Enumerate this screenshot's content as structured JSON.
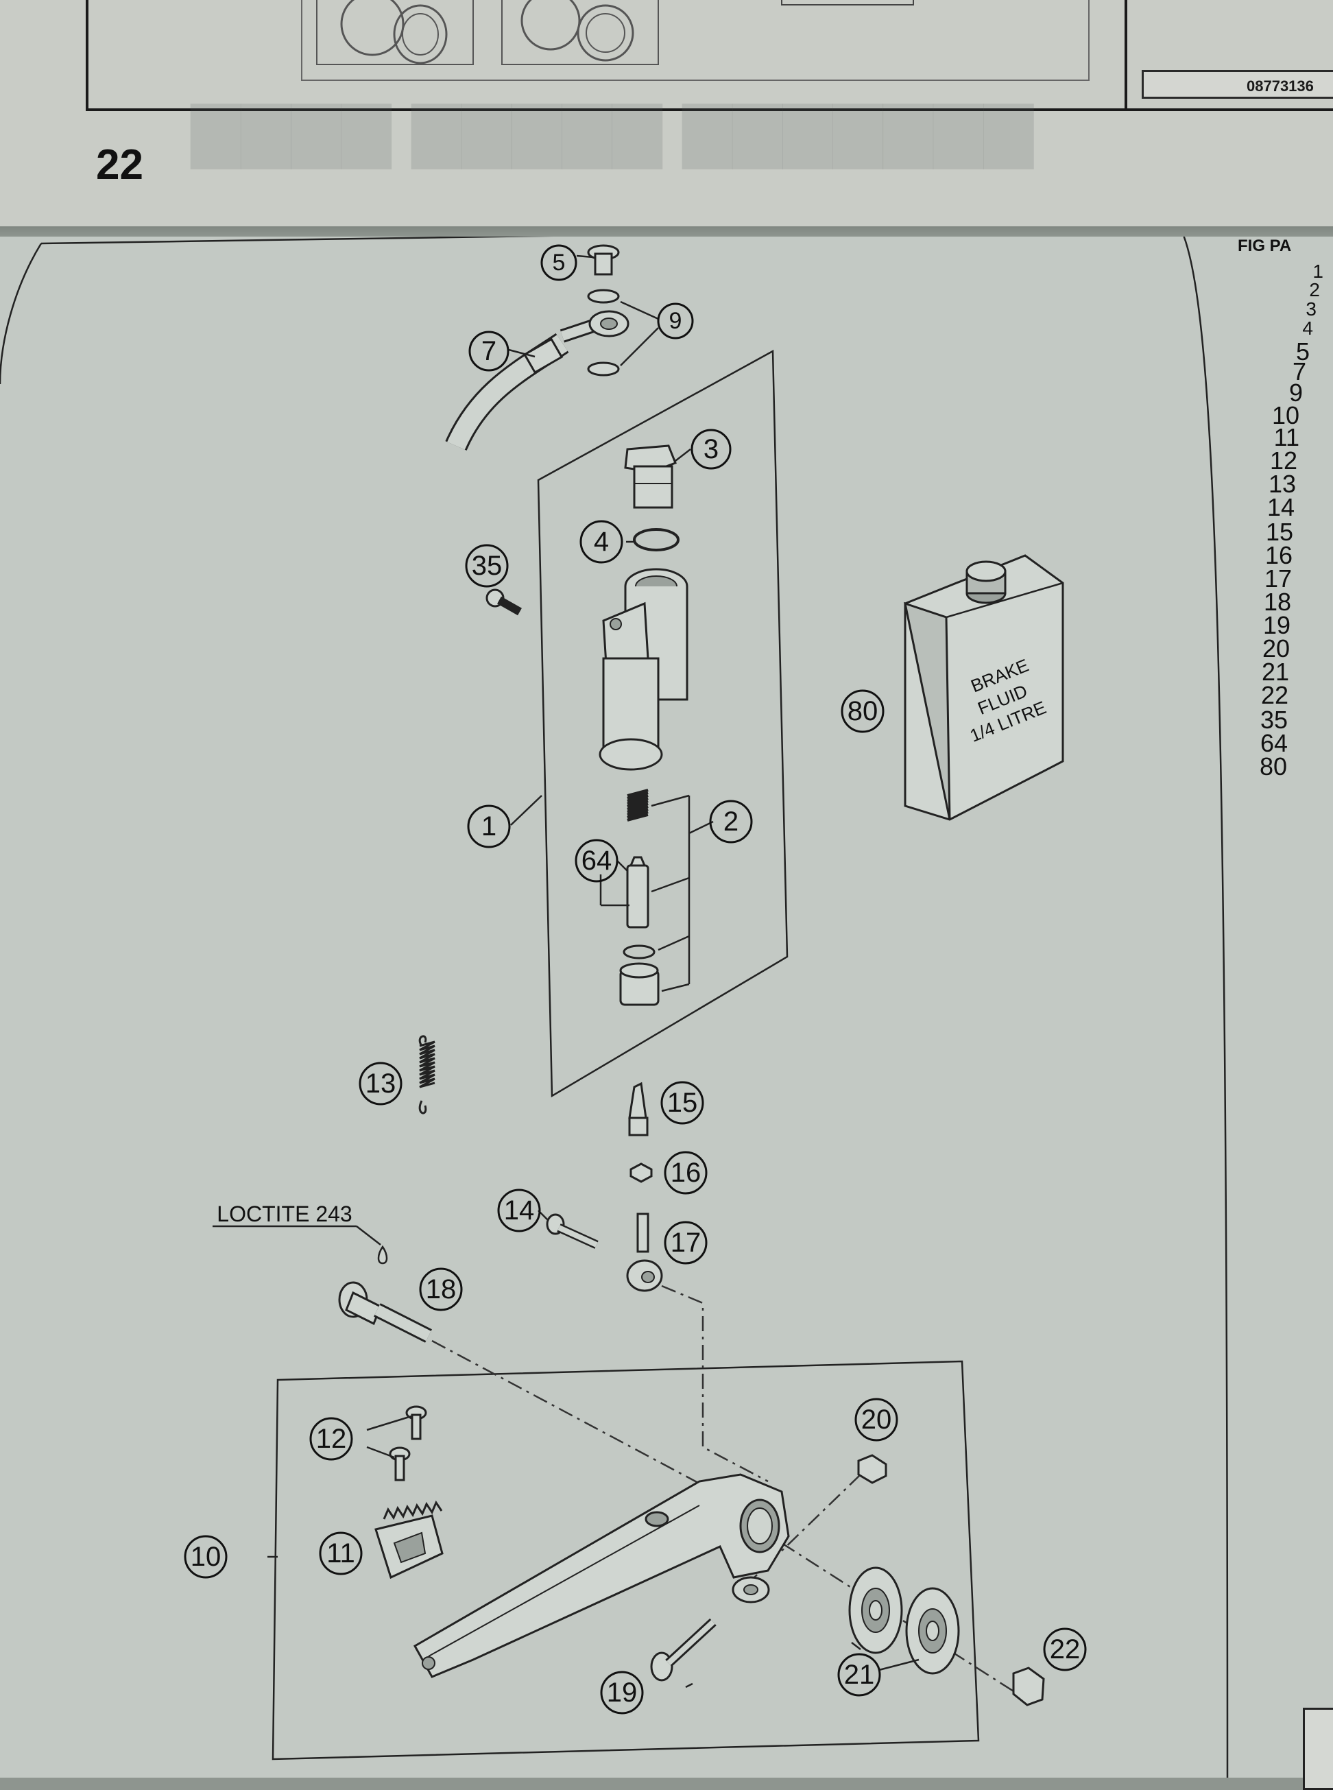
{
  "header": {
    "page_number": "22",
    "code": "08773136"
  },
  "diagram": {
    "annotation": "LOCTITE 243",
    "can_label": [
      "BRAKE",
      "FLUID",
      "1/4 LITRE"
    ],
    "parts": [
      {
        "id": "part-1",
        "label": "1"
      },
      {
        "id": "part-2",
        "label": "2"
      },
      {
        "id": "part-3",
        "label": "3"
      },
      {
        "id": "part-4",
        "label": "4"
      },
      {
        "id": "part-5",
        "label": "5"
      },
      {
        "id": "part-7",
        "label": "7"
      },
      {
        "id": "part-9",
        "label": "9"
      },
      {
        "id": "part-10",
        "label": "10"
      },
      {
        "id": "part-11",
        "label": "11"
      },
      {
        "id": "part-12",
        "label": "12"
      },
      {
        "id": "part-13",
        "label": "13"
      },
      {
        "id": "part-14",
        "label": "14"
      },
      {
        "id": "part-15",
        "label": "15"
      },
      {
        "id": "part-16",
        "label": "16"
      },
      {
        "id": "part-17",
        "label": "17"
      },
      {
        "id": "part-18",
        "label": "18"
      },
      {
        "id": "part-19",
        "label": "19"
      },
      {
        "id": "part-20",
        "label": "20"
      },
      {
        "id": "part-21",
        "label": "21"
      },
      {
        "id": "part-22",
        "label": "22"
      },
      {
        "id": "part-35",
        "label": "35"
      },
      {
        "id": "part-64",
        "label": "64"
      },
      {
        "id": "part-80",
        "label": "80"
      }
    ]
  },
  "fig_table": {
    "header": "FIG   PA",
    "numbers": [
      "1",
      "2",
      "3",
      "4",
      "5",
      "7",
      "9",
      "10",
      "11",
      "12",
      "13",
      "14",
      "15",
      "16",
      "17",
      "18",
      "19",
      "20",
      "21",
      "22",
      "35",
      "64",
      "80"
    ]
  }
}
